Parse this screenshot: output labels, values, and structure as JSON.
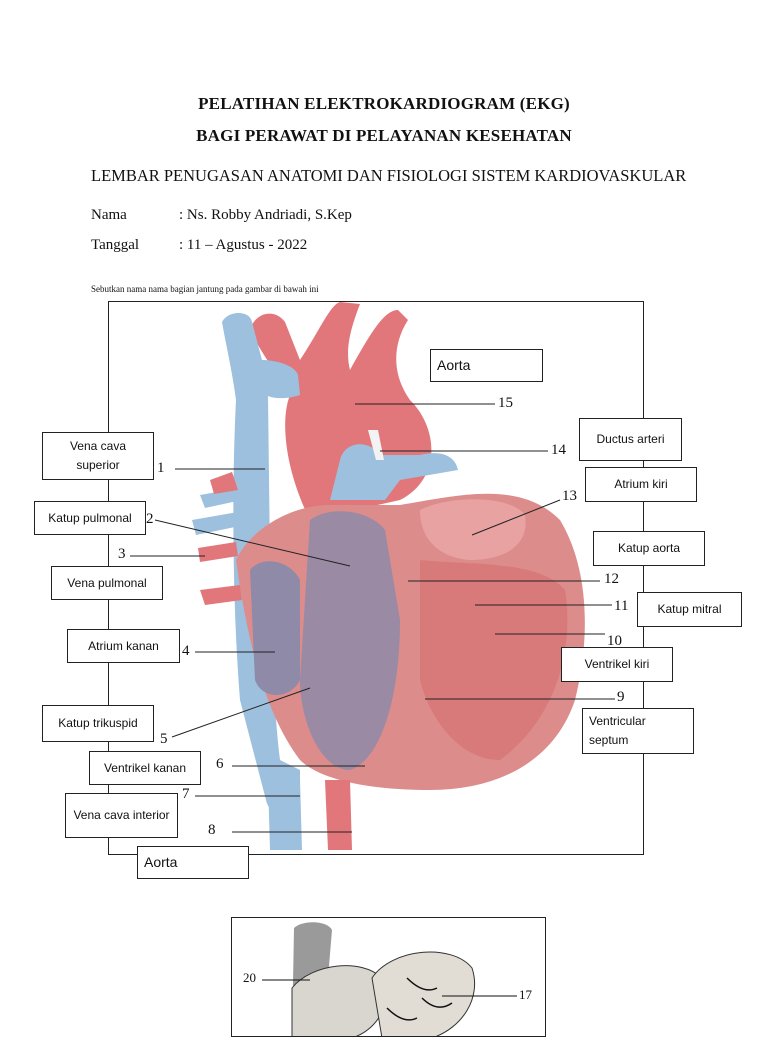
{
  "header": {
    "line1": "PELATIHAN ELEKTROKARDIOGRAM (EKG)",
    "line2": "BAGI PERAWAT DI PELAYANAN KESEHATAN",
    "subtitle": "LEMBAR PENUGASAN ANATOMI DAN FISIOLOGI SISTEM KARDIOVASKULAR"
  },
  "fields": {
    "nama_label": "Nama",
    "nama_value": ":  Ns. Robby Andriadi, S.Kep",
    "tanggal_label": "Tanggal",
    "tanggal_value": ": 11 – Agustus - 2022"
  },
  "instruction": "Sebutkan nama nama bagian jantung pada gambar di bawah ini",
  "answers": {
    "a15": "Aorta",
    "a1": "Vena cava superior",
    "a2": "Katup pulmonal",
    "a3": "Vena pulmonal",
    "a4": "Atrium kanan",
    "a5": "Katup trikuspid",
    "a6": "Ventrikel kanan",
    "a7": "Vena cava interior",
    "a8": "Aorta",
    "a14": "Ductus arteri",
    "a13": "Atrium kiri",
    "a12": "Katup aorta",
    "a11": "Katup mitral",
    "a10": "Ventrikel kiri",
    "a9": "Ventricular septum"
  },
  "numbers": {
    "n1": "1",
    "n2": "2",
    "n3": "3",
    "n4": "4",
    "n5": "5",
    "n6": "6",
    "n7": "7",
    "n8": "8",
    "n9": "9",
    "n10": "10",
    "n11": "11",
    "n12": "12",
    "n13": "13",
    "n14": "14",
    "n15": "15",
    "n17": "17",
    "n20": "20"
  },
  "colors": {
    "artery": "#e2777b",
    "vein": "#9cc0dd",
    "muscle": "#dd8c8c",
    "chamber": "#8e8aa8"
  }
}
